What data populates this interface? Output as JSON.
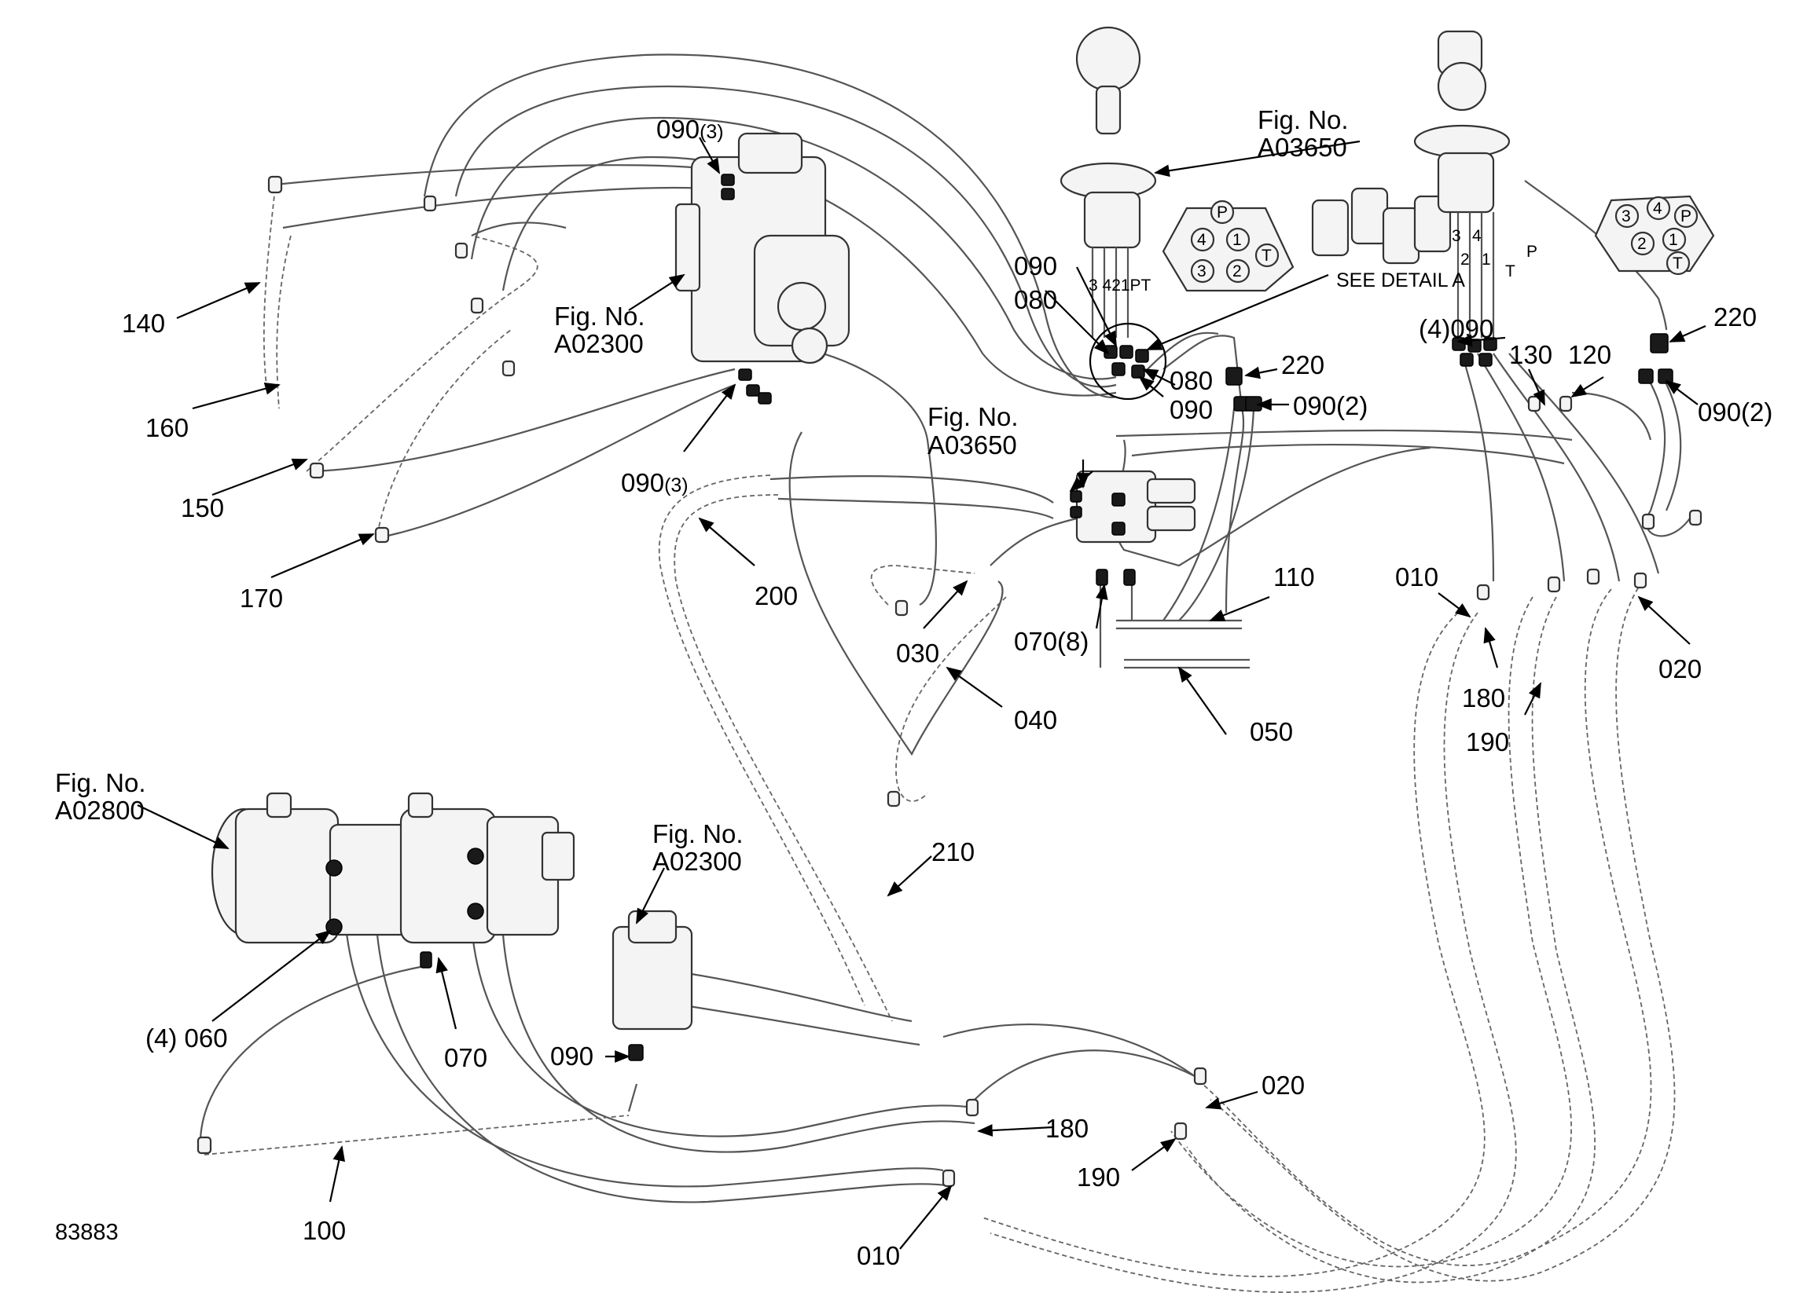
{
  "drawing_number": "83883",
  "callouts": {
    "c090_3_top": "090",
    "c090_3_top_qty": "(3)",
    "c140": "140",
    "c160": "160",
    "c150": "150",
    "c170": "170",
    "fig_a02300_top_line1": "Fig. No.",
    "fig_a02300_top_line2": "A02300",
    "c090_3_mid": "090",
    "c090_3_mid_qty": "(3)",
    "c200": "200",
    "c030": "030",
    "c040": "040",
    "fig_a03650_top_line1": "Fig. No.",
    "fig_a03650_top_line2": "A03650",
    "c090_a": "090",
    "c080_a": "080",
    "c080_b": "080",
    "c090_b": "090",
    "see_detail": "SEE DETAIL A",
    "c220_mid": "220",
    "c090_2_mid": "090(2)",
    "fig_a03650_mid_line1": "Fig. No.",
    "fig_a03650_mid_line2": "A03650",
    "c070_8": "070(8)",
    "c110": "110",
    "c050": "050",
    "c4_090": "(4)090",
    "c130": "130",
    "c120": "120",
    "c220_right": "220",
    "c090_2_right": "090(2)",
    "c010_right": "010",
    "c180_right": "180",
    "c190_right": "190",
    "c020_right": "020",
    "fig_a02800_line1": "Fig. No.",
    "fig_a02800_line2": "A02800",
    "c4_060": "(4) 060",
    "c070": "070",
    "fig_a02300_bot_line1": "Fig. No.",
    "fig_a02300_bot_line2": "A02300",
    "c090_bot": "090",
    "c210": "210",
    "c100": "100",
    "c020_bot": "020",
    "c180_bot": "180",
    "c190_bot": "190",
    "c010_bot": "010"
  },
  "port_labels": {
    "joystick_left": "3 421PT",
    "joystick_right_3": "3",
    "joystick_right_4": "4",
    "joystick_right_2": "2",
    "joystick_right_1": "1",
    "joystick_right_P": "P",
    "joystick_right_T": "T",
    "detail_left": [
      "P",
      "4",
      "1",
      "T",
      "3",
      "2"
    ],
    "detail_right": [
      "3",
      "4",
      "P",
      "2",
      "1",
      "T"
    ]
  }
}
